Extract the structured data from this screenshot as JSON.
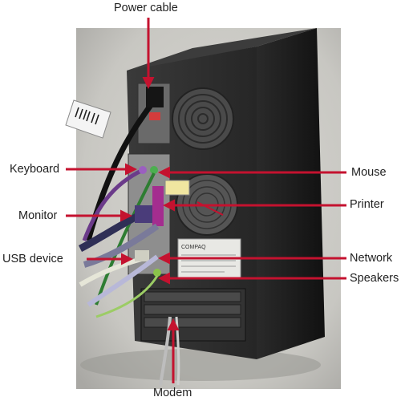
{
  "diagram": {
    "subject": "computer tower rear view",
    "accent_color": "#c4122f",
    "labels": {
      "power_cable": "Power cable",
      "keyboard": "Keyboard",
      "monitor": "Monitor",
      "usb_device": "USB device",
      "mouse": "Mouse",
      "printer": "Printer",
      "network": "Network",
      "speakers": "Speakers",
      "modem": "Modem"
    },
    "case_badge": "COMPAQ"
  }
}
